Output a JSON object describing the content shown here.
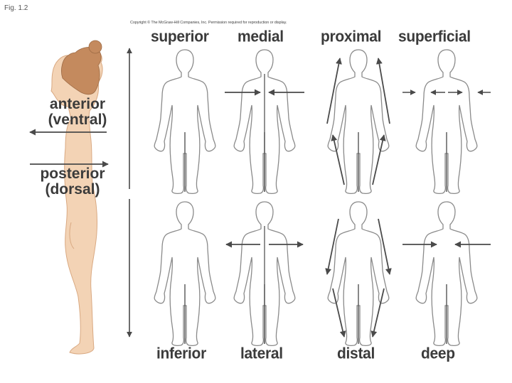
{
  "figure_label": "Fig. 1.2",
  "copyright": "Copyright © The McGraw-Hill Companies, Inc. Permission required for reproduction or display.",
  "side_view": {
    "anterior": "anterior",
    "anterior_alt": "(ventral)",
    "posterior": "posterior",
    "posterior_alt": "(dorsal)"
  },
  "top_row": {
    "superior": "superior",
    "medial": "medial",
    "proximal": "proximal",
    "superficial": "superficial"
  },
  "bottom_row": {
    "inferior": "inferior",
    "lateral": "lateral",
    "distal": "distal",
    "deep": "deep"
  },
  "colors": {
    "text": "#3b3b3b",
    "outline": "#8a8a8a",
    "arrow": "#4a4a4a",
    "skin": "#f3d3b5",
    "hair": "#c48a5e"
  }
}
